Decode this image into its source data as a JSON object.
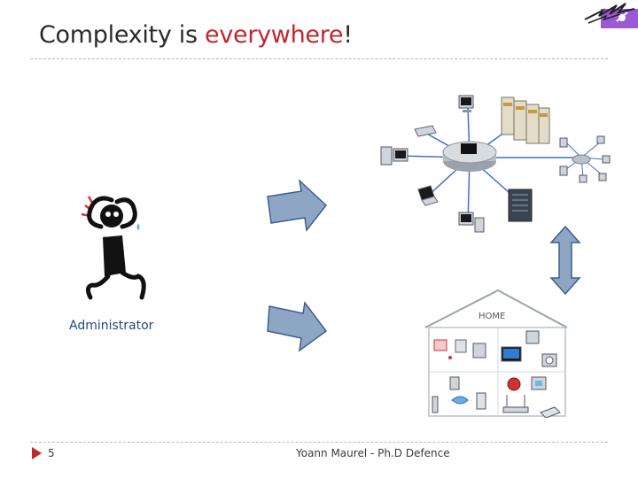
{
  "slide": {
    "title_prefix": "Complexity is ",
    "title_accent": "everywhere",
    "title_suffix": "!",
    "accent_color": "#c0282f"
  },
  "figure": {
    "label": "Administrator"
  },
  "home": {
    "label": "HOME"
  },
  "footer": {
    "page_number": "5",
    "text": "Yoann Maurel - Ph.D Defence"
  },
  "colors": {
    "arrow_fill": "#8ea6c4",
    "arrow_stroke": "#3e5f8a",
    "label_color": "#1f497d"
  }
}
